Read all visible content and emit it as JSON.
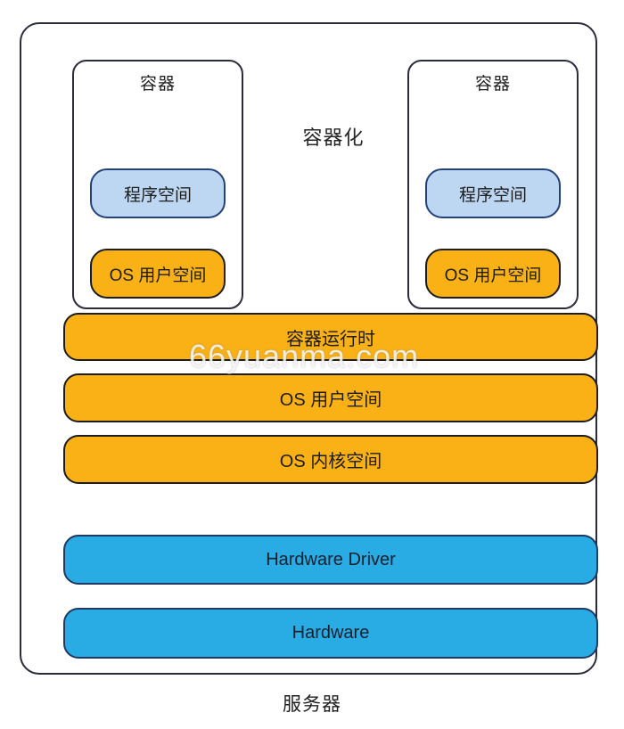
{
  "diagram": {
    "center_label": "容器化",
    "bottom_label": "服务器",
    "watermark": "66yuanma.com",
    "containers": [
      {
        "title": "容器",
        "program_space": "程序空间",
        "os_user_space": "OS 用户空间"
      },
      {
        "title": "容器",
        "program_space": "程序空间",
        "os_user_space": "OS 用户空间"
      }
    ],
    "layers": [
      {
        "label": "容器运行时",
        "type": "orange"
      },
      {
        "label": "OS 用户空间",
        "type": "orange"
      },
      {
        "label": "OS 内核空间",
        "type": "orange"
      },
      {
        "label": "Hardware Driver",
        "type": "blue"
      },
      {
        "label": "Hardware",
        "type": "blue"
      }
    ],
    "colors": {
      "layer_orange": "#f9b115",
      "layer_blue": "#29abe3",
      "program_space_blue": "#bdd7f3",
      "outline_navy": "#2b2b40",
      "pill_border_dark": "#1c1c1c",
      "blue_border_navy": "#1f3864",
      "text_dark": "#1c1c1c"
    }
  }
}
